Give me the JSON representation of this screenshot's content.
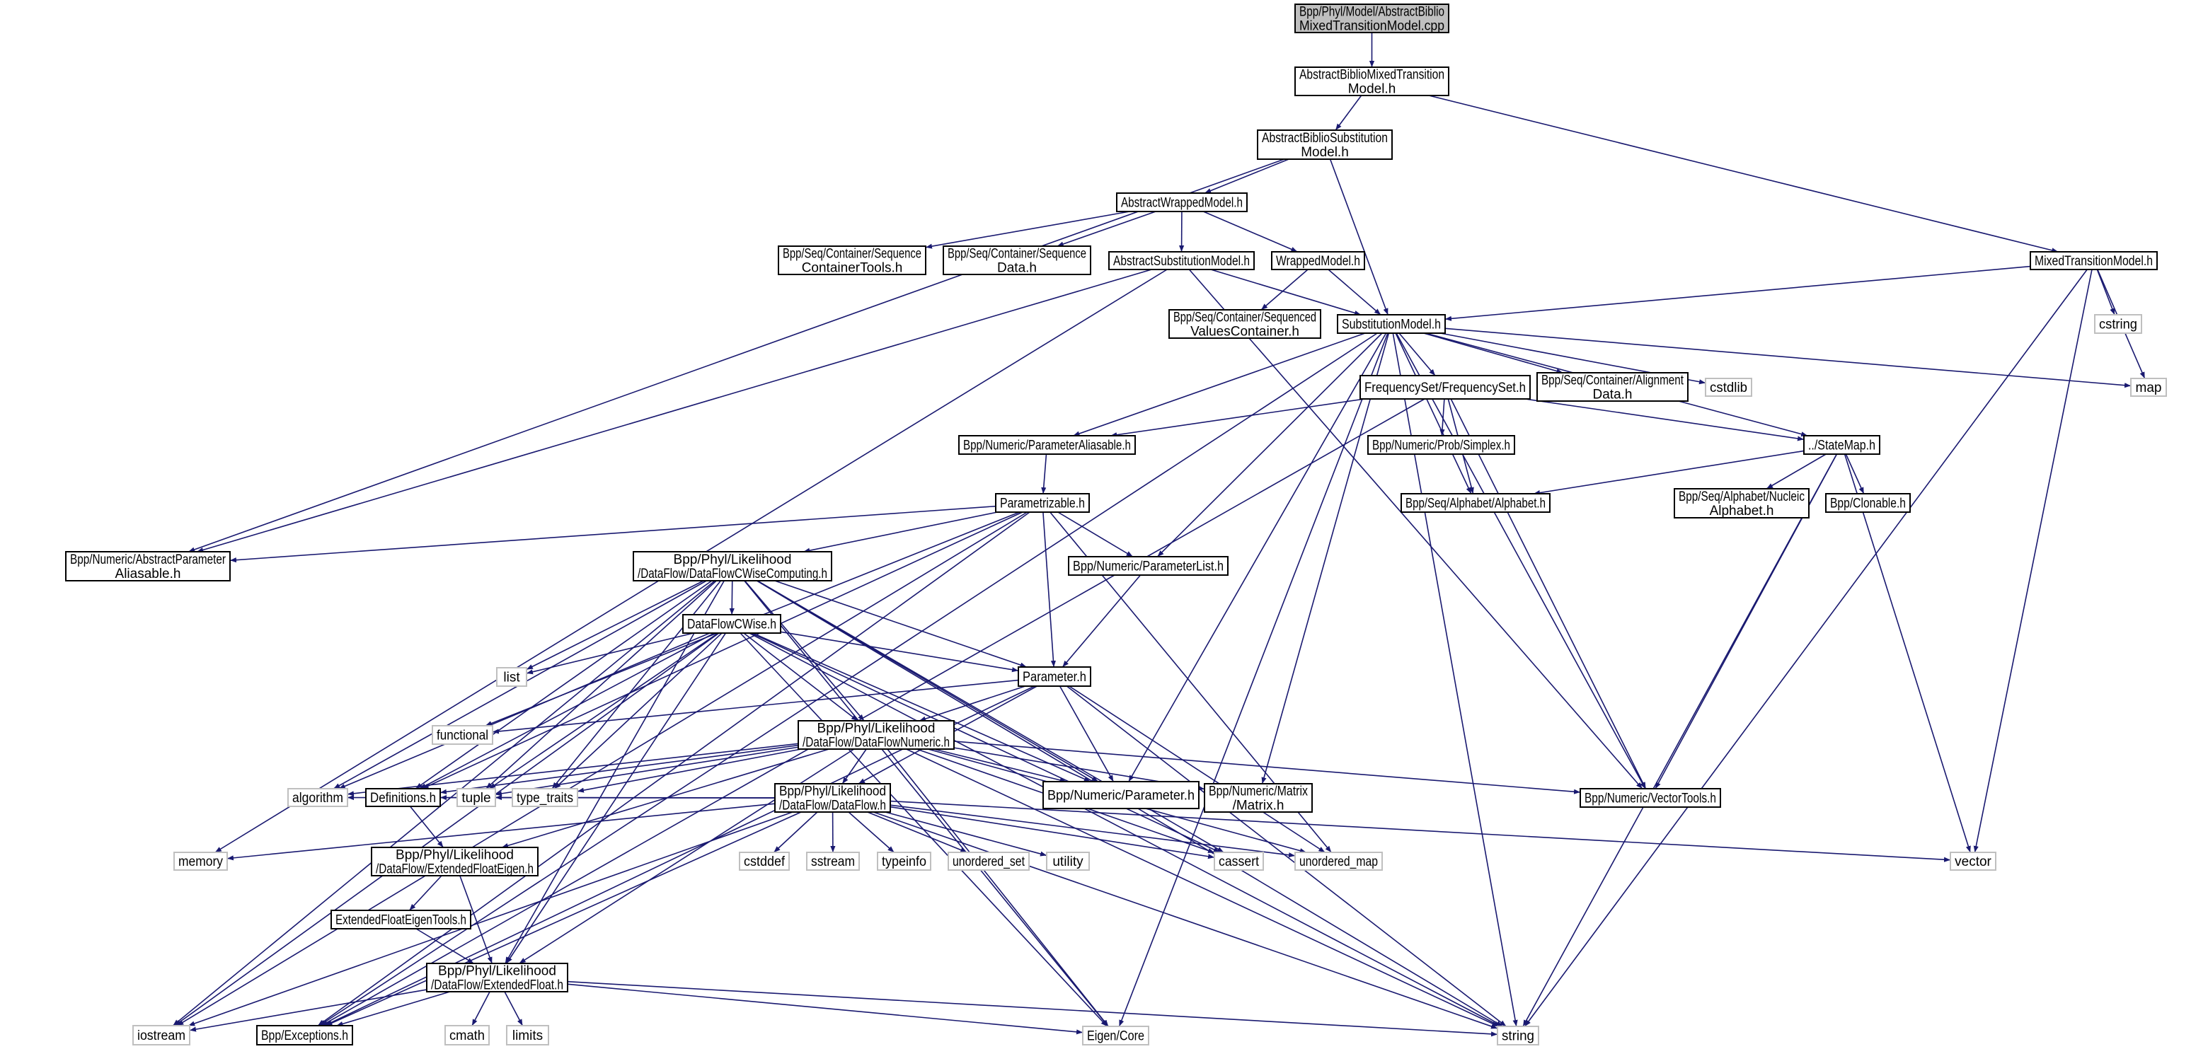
{
  "graph": {
    "edge_color": "#191970",
    "root_fill": "#bfbfbf",
    "system_border": "#bfbfbf",
    "nodes": [
      {
        "label": [
          "Bpp/Phyl/Model/AbstractBiblio",
          "MixedTransitionModel.cpp"
        ],
        "kind": "root"
      },
      {
        "label": [
          "AbstractBiblioMixedTransition",
          "Model.h"
        ],
        "kind": "doc"
      },
      {
        "label": [
          "AbstractBiblioSubstitution",
          "Model.h"
        ],
        "kind": "doc"
      },
      {
        "label": [
          "AbstractWrappedModel.h"
        ],
        "kind": "doc"
      },
      {
        "label": [
          "Bpp/Seq/Container/Sequence",
          "ContainerTools.h"
        ],
        "kind": "doc"
      },
      {
        "label": [
          "Bpp/Seq/Container/Sequence",
          "Data.h"
        ],
        "kind": "doc"
      },
      {
        "label": [
          "AbstractSubstitutionModel.h"
        ],
        "kind": "doc"
      },
      {
        "label": [
          "WrappedModel.h"
        ],
        "kind": "doc"
      },
      {
        "label": [
          "MixedTransitionModel.h"
        ],
        "kind": "doc"
      },
      {
        "label": [
          "Bpp/Seq/Container/Sequenced",
          "ValuesContainer.h"
        ],
        "kind": "doc"
      },
      {
        "label": [
          "SubstitutionModel.h"
        ],
        "kind": "doc"
      },
      {
        "label": [
          "cstring"
        ],
        "kind": "sys"
      },
      {
        "label": [
          "FrequencySet/FrequencySet.h"
        ],
        "kind": "doc"
      },
      {
        "label": [
          "Bpp/Seq/Container/Alignment",
          "Data.h"
        ],
        "kind": "doc"
      },
      {
        "label": [
          "cstdlib"
        ],
        "kind": "sys"
      },
      {
        "label": [
          "map"
        ],
        "kind": "sys"
      },
      {
        "label": [
          "Bpp/Numeric/ParameterAliasable.h"
        ],
        "kind": "doc"
      },
      {
        "label": [
          "Bpp/Numeric/Prob/Simplex.h"
        ],
        "kind": "doc"
      },
      {
        "label": [
          "../StateMap.h"
        ],
        "kind": "doc"
      },
      {
        "label": [
          "Bpp/Seq/Alphabet/Alphabet.h"
        ],
        "kind": "doc"
      },
      {
        "label": [
          "Bpp/Seq/Alphabet/Nucleic",
          "Alphabet.h"
        ],
        "kind": "doc"
      },
      {
        "label": [
          "Bpp/Clonable.h"
        ],
        "kind": "doc"
      },
      {
        "label": [
          "Parametrizable.h"
        ],
        "kind": "doc"
      },
      {
        "label": [
          "Bpp/Numeric/AbstractParameter",
          "Aliasable.h"
        ],
        "kind": "doc"
      },
      {
        "label": [
          "Bpp/Phyl/Likelihood",
          "/DataFlow/DataFlowCWiseComputing.h"
        ],
        "kind": "doc"
      },
      {
        "label": [
          "Bpp/Numeric/ParameterList.h"
        ],
        "kind": "doc"
      },
      {
        "label": [
          "DataFlowCWise.h"
        ],
        "kind": "doc"
      },
      {
        "label": [
          "list"
        ],
        "kind": "sys"
      },
      {
        "label": [
          "Parameter.h"
        ],
        "kind": "doc"
      },
      {
        "label": [
          "functional"
        ],
        "kind": "sys"
      },
      {
        "label": [
          "Bpp/Phyl/Likelihood",
          "/DataFlow/DataFlowNumeric.h"
        ],
        "kind": "doc"
      },
      {
        "label": [
          "algorithm"
        ],
        "kind": "sys"
      },
      {
        "label": [
          "Definitions.h"
        ],
        "kind": "doc"
      },
      {
        "label": [
          "tuple"
        ],
        "kind": "sys"
      },
      {
        "label": [
          "type_traits"
        ],
        "kind": "sys"
      },
      {
        "label": [
          "Bpp/Phyl/Likelihood",
          "/DataFlow/DataFlow.h"
        ],
        "kind": "doc"
      },
      {
        "label": [
          "Bpp/Numeric/Parameter.h"
        ],
        "kind": "doc"
      },
      {
        "label": [
          "Bpp/Numeric/Matrix",
          "/Matrix.h"
        ],
        "kind": "doc"
      },
      {
        "label": [
          "Bpp/Numeric/VectorTools.h"
        ],
        "kind": "doc"
      },
      {
        "label": [
          "memory"
        ],
        "kind": "sys"
      },
      {
        "label": [
          "Bpp/Phyl/Likelihood",
          "/DataFlow/ExtendedFloatEigen.h"
        ],
        "kind": "doc"
      },
      {
        "label": [
          "cstddef"
        ],
        "kind": "sys"
      },
      {
        "label": [
          "sstream"
        ],
        "kind": "sys"
      },
      {
        "label": [
          "typeinfo"
        ],
        "kind": "sys"
      },
      {
        "label": [
          "unordered_set"
        ],
        "kind": "sys"
      },
      {
        "label": [
          "utility"
        ],
        "kind": "sys"
      },
      {
        "label": [
          "cassert"
        ],
        "kind": "sys"
      },
      {
        "label": [
          "unordered_map"
        ],
        "kind": "sys"
      },
      {
        "label": [
          "vector"
        ],
        "kind": "sys"
      },
      {
        "label": [
          "ExtendedFloatEigenTools.h"
        ],
        "kind": "doc"
      },
      {
        "label": [
          "Bpp/Phyl/Likelihood",
          "/DataFlow/ExtendedFloat.h"
        ],
        "kind": "doc"
      },
      {
        "label": [
          "iostream"
        ],
        "kind": "sys"
      },
      {
        "label": [
          "Bpp/Exceptions.h"
        ],
        "kind": "doc"
      },
      {
        "label": [
          "cmath"
        ],
        "kind": "sys"
      },
      {
        "label": [
          "limits"
        ],
        "kind": "sys"
      },
      {
        "label": [
          "Eigen/Core"
        ],
        "kind": "sys"
      },
      {
        "label": [
          "string"
        ],
        "kind": "sys"
      }
    ],
    "edges": [
      [
        0,
        1
      ],
      [
        1,
        2
      ],
      [
        1,
        8
      ],
      [
        2,
        3
      ],
      [
        2,
        10
      ],
      [
        2,
        23
      ],
      [
        3,
        4
      ],
      [
        3,
        5
      ],
      [
        3,
        6
      ],
      [
        3,
        7
      ],
      [
        6,
        10
      ],
      [
        6,
        23
      ],
      [
        6,
        39
      ],
      [
        6,
        38
      ],
      [
        7,
        10
      ],
      [
        7,
        9
      ],
      [
        8,
        10
      ],
      [
        8,
        11
      ],
      [
        8,
        15
      ],
      [
        8,
        48
      ],
      [
        8,
        56
      ],
      [
        10,
        12
      ],
      [
        10,
        13
      ],
      [
        10,
        14
      ],
      [
        10,
        15
      ],
      [
        10,
        18
      ],
      [
        10,
        19
      ],
      [
        10,
        16
      ],
      [
        10,
        25
      ],
      [
        10,
        36
      ],
      [
        10,
        37
      ],
      [
        10,
        38
      ],
      [
        10,
        56
      ],
      [
        10,
        55
      ],
      [
        10,
        52
      ],
      [
        12,
        16
      ],
      [
        12,
        17
      ],
      [
        12,
        18
      ],
      [
        12,
        19
      ],
      [
        12,
        38
      ],
      [
        12,
        52
      ],
      [
        16,
        22
      ],
      [
        18,
        19
      ],
      [
        18,
        20
      ],
      [
        18,
        21
      ],
      [
        18,
        38
      ],
      [
        18,
        48
      ],
      [
        18,
        56
      ],
      [
        22,
        23
      ],
      [
        22,
        24
      ],
      [
        22,
        25
      ],
      [
        22,
        28
      ],
      [
        22,
        47
      ],
      [
        22,
        32
      ],
      [
        22,
        51
      ],
      [
        22,
        52
      ],
      [
        22,
        29
      ],
      [
        25,
        28
      ],
      [
        24,
        26
      ],
      [
        24,
        30
      ],
      [
        24,
        28
      ],
      [
        24,
        27
      ],
      [
        24,
        31
      ],
      [
        24,
        32
      ],
      [
        24,
        33
      ],
      [
        24,
        34
      ],
      [
        24,
        51
      ],
      [
        24,
        50
      ],
      [
        24,
        36
      ],
      [
        24,
        56
      ],
      [
        24,
        55
      ],
      [
        24,
        46
      ],
      [
        26,
        27
      ],
      [
        26,
        28
      ],
      [
        26,
        30
      ],
      [
        26,
        31
      ],
      [
        26,
        32
      ],
      [
        26,
        33
      ],
      [
        26,
        34
      ],
      [
        26,
        51
      ],
      [
        26,
        50
      ],
      [
        26,
        36
      ],
      [
        26,
        55
      ],
      [
        26,
        46
      ],
      [
        26,
        56
      ],
      [
        28,
        30
      ],
      [
        28,
        35
      ],
      [
        28,
        36
      ],
      [
        28,
        29
      ],
      [
        28,
        52
      ],
      [
        28,
        47
      ],
      [
        28,
        56
      ],
      [
        30,
        35
      ],
      [
        30,
        36
      ],
      [
        30,
        37
      ],
      [
        30,
        38
      ],
      [
        30,
        31
      ],
      [
        30,
        32
      ],
      [
        30,
        33
      ],
      [
        30,
        34
      ],
      [
        30,
        40
      ],
      [
        30,
        50
      ],
      [
        30,
        46
      ],
      [
        30,
        47
      ],
      [
        30,
        55
      ],
      [
        30,
        56
      ],
      [
        35,
        39
      ],
      [
        35,
        41
      ],
      [
        35,
        42
      ],
      [
        35,
        43
      ],
      [
        35,
        44
      ],
      [
        35,
        45
      ],
      [
        35,
        46
      ],
      [
        35,
        47
      ],
      [
        35,
        48
      ],
      [
        35,
        56
      ],
      [
        35,
        51
      ],
      [
        35,
        52
      ],
      [
        35,
        32
      ],
      [
        35,
        33
      ],
      [
        35,
        31
      ],
      [
        32,
        40
      ],
      [
        40,
        49
      ],
      [
        40,
        50
      ],
      [
        49,
        50
      ],
      [
        50,
        51
      ],
      [
        50,
        52
      ],
      [
        50,
        53
      ],
      [
        50,
        54
      ],
      [
        50,
        55
      ],
      [
        50,
        56
      ]
    ]
  }
}
